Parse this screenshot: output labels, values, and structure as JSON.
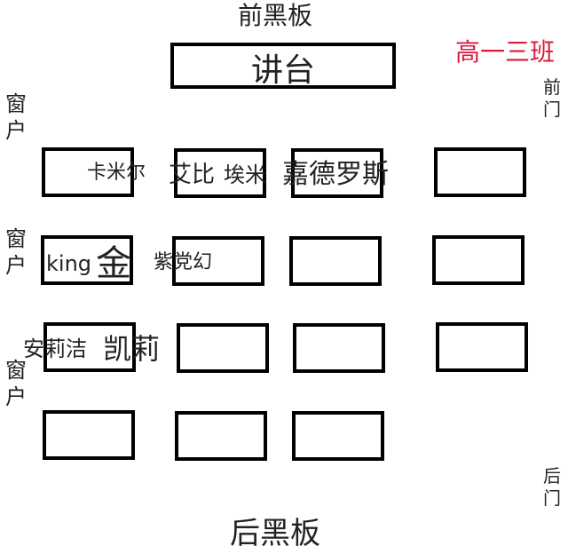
{
  "labels": {
    "front_blackboard": "前黑板",
    "back_blackboard": "后黑板",
    "podium": "讲台",
    "class_name": "高一三班",
    "window": "窗\n户",
    "front_door": "前\n门",
    "back_door": "后\n门"
  },
  "students": [
    {
      "name": "卡米尔"
    },
    {
      "name": "艾比"
    },
    {
      "name": "埃米"
    },
    {
      "name": "嘉德罗斯"
    },
    {
      "name": "king"
    },
    {
      "name": "金"
    },
    {
      "name": "紫党幻"
    },
    {
      "name": "安莉洁"
    },
    {
      "name": "凯莉"
    }
  ],
  "colors": {
    "class_name": "#d81b3c",
    "desk_border": "#000000",
    "text": "#222222"
  }
}
